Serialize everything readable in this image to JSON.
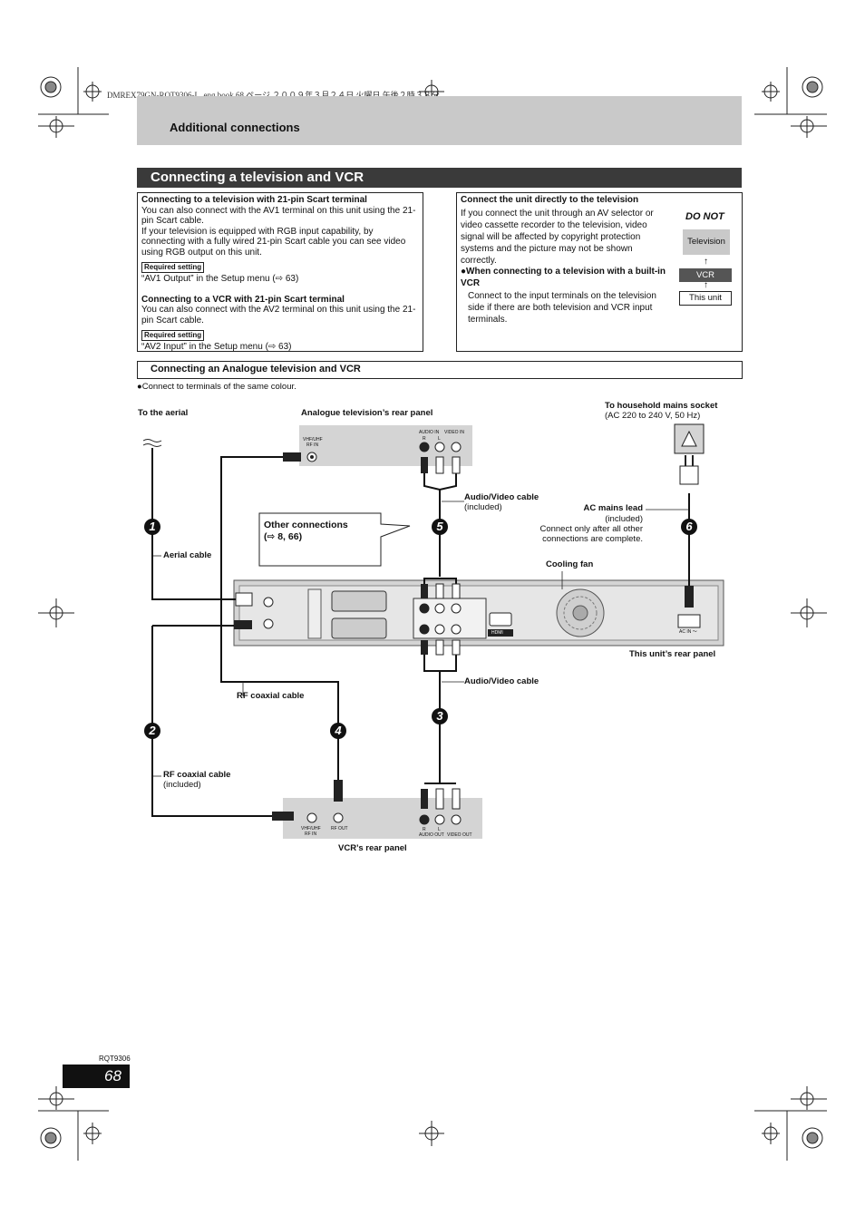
{
  "print_header": "DMREX79GN-RQT9306-L_eng.book  68 ページ  ２００９年３月２４日  火曜日  午後２時３８分",
  "header": {
    "title": "Additional connections"
  },
  "section": {
    "title": "Connecting a television and VCR"
  },
  "left_box": {
    "heading1": "Connecting to a television with 21-pin Scart terminal",
    "body1": "You can also connect with the AV1 terminal on this unit using the 21-pin Scart cable.",
    "body1b": "If your television is equipped with RGB input capability, by connecting with a fully wired 21-pin Scart cable you can see video using RGB output on this unit.",
    "required_label": "Required setting",
    "setting1": "“AV1 Output” in the Setup menu (⇨ 63)",
    "heading2": "Connecting to a VCR with 21-pin Scart terminal",
    "body2": "You can also connect with the AV2 terminal on this unit using the 21-pin Scart cable.",
    "setting2": "“AV2 Input” in the Setup menu (⇨ 63)"
  },
  "right_box": {
    "heading": "Connect the unit directly to the television",
    "body": "If you connect the unit through an AV selector or video cassette recorder to the television, video signal will be affected by copyright protection systems and the picture may not be shown correctly.",
    "bullet_heading": "●When connecting to a television with a built-in VCR",
    "bullet_body": "Connect to the input terminals on the television side if there are both television and VCR input terminals.",
    "do_not": "DO NOT",
    "chain_tv": "Television",
    "chain_vcr": "VCR",
    "chain_unit": "This unit"
  },
  "analogue": {
    "title": "Connecting an Analogue television and VCR",
    "note": "●Connect to terminals of the same colour."
  },
  "diagram": {
    "to_aerial": "To the aerial",
    "tv_rear": "Analogue television’s rear panel",
    "mains_socket": "To household mains socket",
    "mains_spec": "(AC 220 to 240 V, 50 Hz)",
    "av_cable_top": "Audio/Video cable",
    "included": "(included)",
    "other_connections": "Other connections",
    "other_ref": "(⇨ 8, 66)",
    "ac_lead": "AC mains lead",
    "ac_note": "Connect only after all other connections are complete.",
    "aerial_cable": "Aerial cable",
    "cooling_fan": "Cooling fan",
    "unit_rear": "This unit’s rear panel",
    "av_cable_bottom": "Audio/Video cable",
    "rf_cable1": "RF coaxial cable",
    "rf_cable2": "RF coaxial cable",
    "vcr_rear": "VCR’s rear panel",
    "n1": "1",
    "n2": "2",
    "n3": "3",
    "n4": "4",
    "n5": "5",
    "n6": "6",
    "tv_vhf": "VHF/UHF",
    "tv_rfin": "RF IN",
    "tv_audio_in": "AUDIO IN",
    "tv_video_in": "VIDEO IN",
    "tv_r": "R",
    "tv_l": "L",
    "vcr_vhf": "VHF/UHF",
    "vcr_rfin": "RF IN",
    "vcr_rfout": "RF OUT",
    "vcr_audio_out": "AUDIO OUT",
    "vcr_video_out": "VIDEO OUT",
    "vcr_r": "R",
    "vcr_l": "L",
    "unit_hdmi": "HDMI",
    "unit_ac_in": "AC IN ～"
  },
  "footer": {
    "model": "RQT9306",
    "page": "68"
  }
}
